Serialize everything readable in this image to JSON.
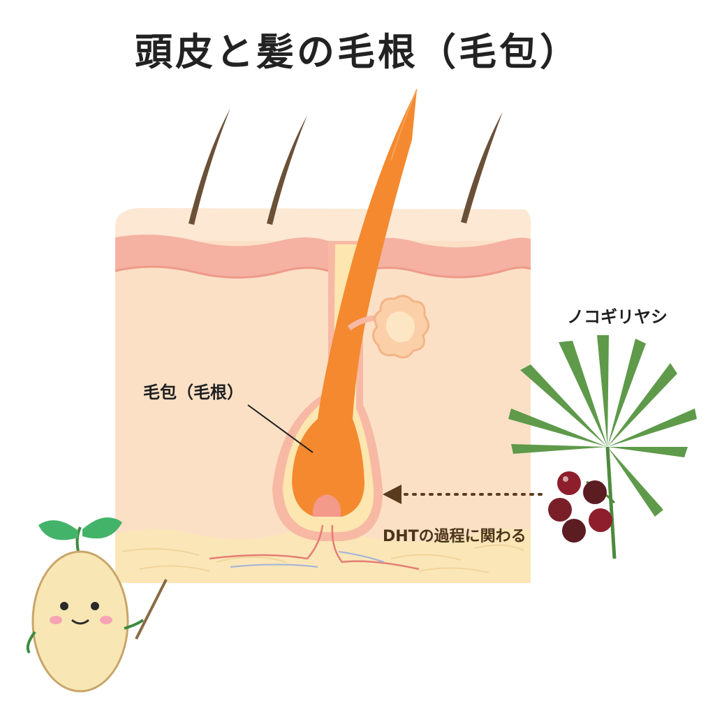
{
  "title": "頭皮と髪の毛根（毛包）",
  "labels": {
    "follicle": "毛包（毛根）",
    "plant": "ノコギリヤシ",
    "dht": "DHTの過程に関わる"
  },
  "colors": {
    "skin": "#fbe0c6",
    "skin_top": "#fde2cb",
    "epidermis": "#f5b1a2",
    "hair_shaft": "#f4892f",
    "hair_dark": "#6b5038",
    "fat_layer": "#fbe6b8",
    "berries": "#7a1f28",
    "arrow": "#5b3b1d",
    "leaves": "#4d8a3c"
  },
  "icons": [
    "hair-strand-icon",
    "sebaceous-gland-icon",
    "saw-palmetto-icon",
    "seed-mascot-icon",
    "dotted-arrow-icon"
  ]
}
